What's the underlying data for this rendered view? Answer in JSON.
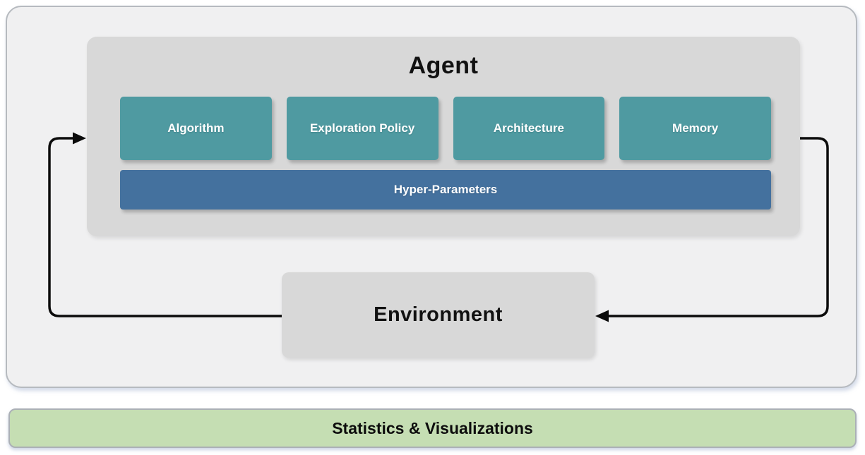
{
  "colors": {
    "teal": "#4f9aa1",
    "blue": "#44719e",
    "green": "#c5deb3",
    "panel_light": "#f0f0f1",
    "panel_gray": "#d8d8d8",
    "arrow": "#0b0b0b"
  },
  "agent": {
    "title": "Agent",
    "modules": [
      {
        "label": "Algorithm"
      },
      {
        "label": "Exploration Policy"
      },
      {
        "label": "Architecture"
      },
      {
        "label": "Memory"
      }
    ],
    "hyper_parameters_label": "Hyper-Parameters"
  },
  "environment": {
    "label": "Environment"
  },
  "footer": {
    "label": "Statistics & Visualizations"
  }
}
